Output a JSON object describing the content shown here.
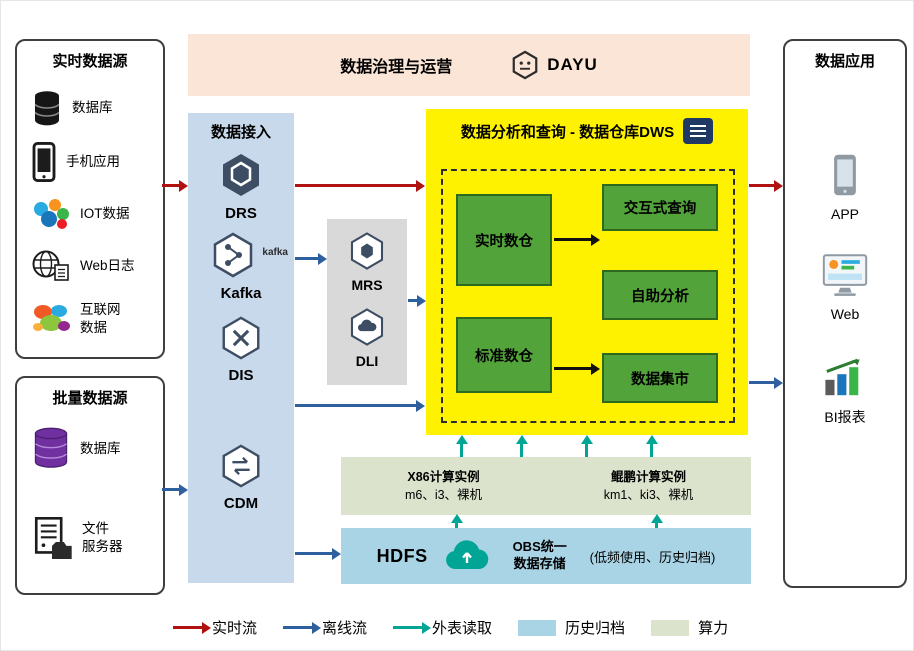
{
  "governance": {
    "title": "数据治理与运营",
    "brand": "DAYU"
  },
  "realtime_sources": {
    "title": "实时数据源",
    "items": [
      {
        "label": "数据库"
      },
      {
        "label": "手机应用"
      },
      {
        "label": "IOT数据"
      },
      {
        "label": "Web日志"
      },
      {
        "label": "互联网\n数据"
      }
    ]
  },
  "batch_sources": {
    "title": "批量数据源",
    "items": [
      {
        "label": "数据库"
      },
      {
        "label": "文件\n服务器"
      }
    ]
  },
  "ingestion": {
    "title": "数据接入",
    "services": [
      {
        "label": "DRS"
      },
      {
        "label": "Kafka",
        "badge": "kafka"
      },
      {
        "label": "DIS"
      },
      {
        "label": "CDM"
      }
    ]
  },
  "middleware": {
    "services": [
      {
        "label": "MRS"
      },
      {
        "label": "DLI"
      }
    ]
  },
  "dws": {
    "title": "数据分析和查询 - 数据仓库DWS",
    "warehouses": [
      {
        "label": "实时数仓"
      },
      {
        "label": "标准数仓"
      }
    ],
    "services": [
      {
        "label": "交互式查询"
      },
      {
        "label": "自助分析"
      },
      {
        "label": "数据集市"
      }
    ]
  },
  "compute": {
    "x86_name": "X86计算实例",
    "x86_spec": "m6、i3、裸机",
    "kunpeng_name": "鲲鹏计算实例",
    "kunpeng_spec": "km1、ki3、裸机"
  },
  "storage": {
    "hdfs": "HDFS",
    "obs": "OBS统一\n数据存储",
    "note": "(低频使用、历史归档)"
  },
  "applications": {
    "title": "数据应用",
    "items": [
      {
        "label": "APP"
      },
      {
        "label": "Web"
      },
      {
        "label": "BI报表"
      }
    ]
  },
  "legend": {
    "realtime": "实时流",
    "offline": "离线流",
    "external": "外表读取",
    "archive": "历史归档",
    "compute": "算力"
  },
  "colors": {
    "realtime_flow": "#b01111",
    "offline_flow": "#2e5f9e",
    "external_read": "#00a596",
    "archive_swatch": "#a9d4e6",
    "compute_swatch": "#dce3cc",
    "dws_background": "#fef200",
    "green_box": "#52a33a"
  }
}
